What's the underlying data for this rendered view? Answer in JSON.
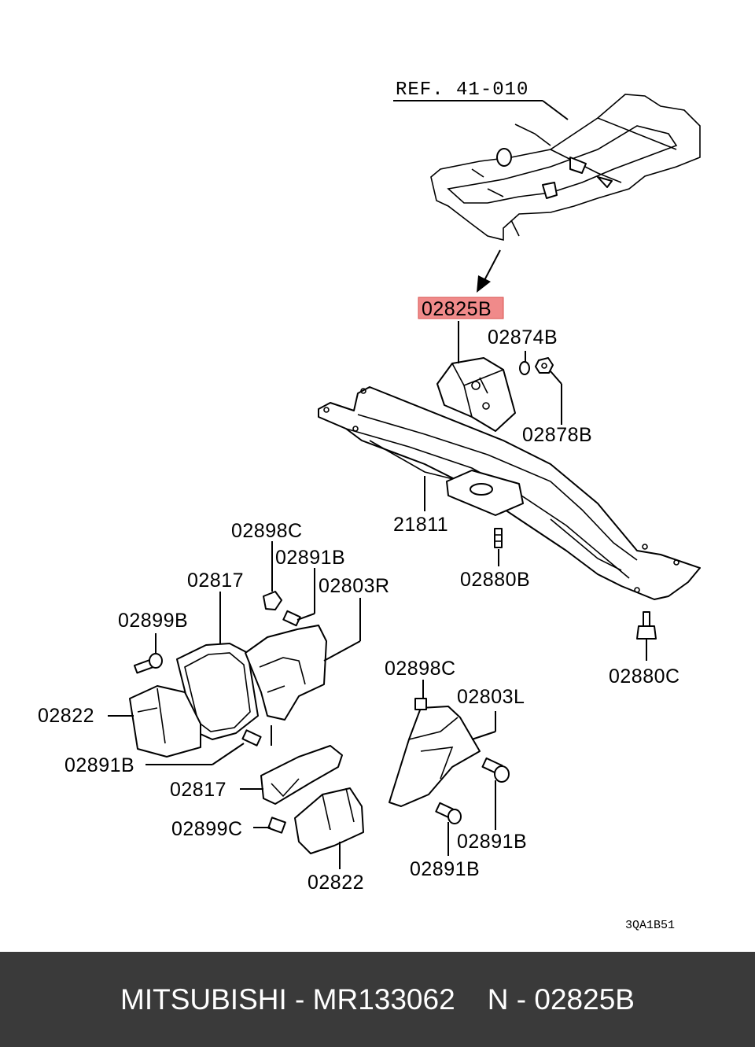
{
  "diagram": {
    "reference": "REF. 41-010",
    "highlighted_part": "02825B",
    "labels": {
      "p02874B": "02874B",
      "p02878B": "02878B",
      "p21811": "21811",
      "p02880B": "02880B",
      "p02880C": "02880C",
      "p02898C_top": "02898C",
      "p02891B_top": "02891B",
      "p02817_top": "02817",
      "p02803R": "02803R",
      "p02899B": "02899B",
      "p02822_left": "02822",
      "p02891B_left": "02891B",
      "p02898C_right": "02898C",
      "p02803L": "02803L",
      "p02817_bottom": "02817",
      "p02899C": "02899C",
      "p02891B_right": "02891B",
      "p02891B_bottom": "02891B",
      "p02822_bottom": "02822"
    },
    "drawing_code": "3QA1B51",
    "highlight_color": "#f08a8a"
  },
  "footer": {
    "text": "MITSUBISHI - MR133062    N - 02825B",
    "background": "#3a3a3a",
    "color": "#ffffff"
  }
}
